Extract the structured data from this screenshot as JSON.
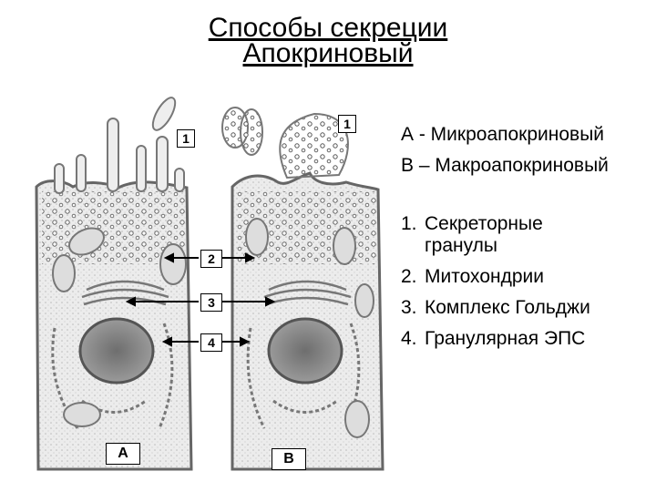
{
  "title": {
    "line1": "Способы секреции",
    "line2": "Апокриновый"
  },
  "legend": {
    "a": "А - Микроапокриновый",
    "b": "В – Макроапокриновый"
  },
  "items": [
    {
      "num": "1.",
      "text_line1": "Секреторные",
      "text_line2": "гранулы"
    },
    {
      "num": "2.",
      "text": "Митохондрии"
    },
    {
      "num": "3.",
      "text": "Комплекс Гольджи"
    },
    {
      "num": "4.",
      "text": "Гранулярная ЭПС"
    }
  ],
  "markers": {
    "m1_left": "1",
    "m1_right": "1",
    "m2": "2",
    "m3": "3",
    "m4": "4",
    "cell_a": "А",
    "cell_b": "В"
  }
}
